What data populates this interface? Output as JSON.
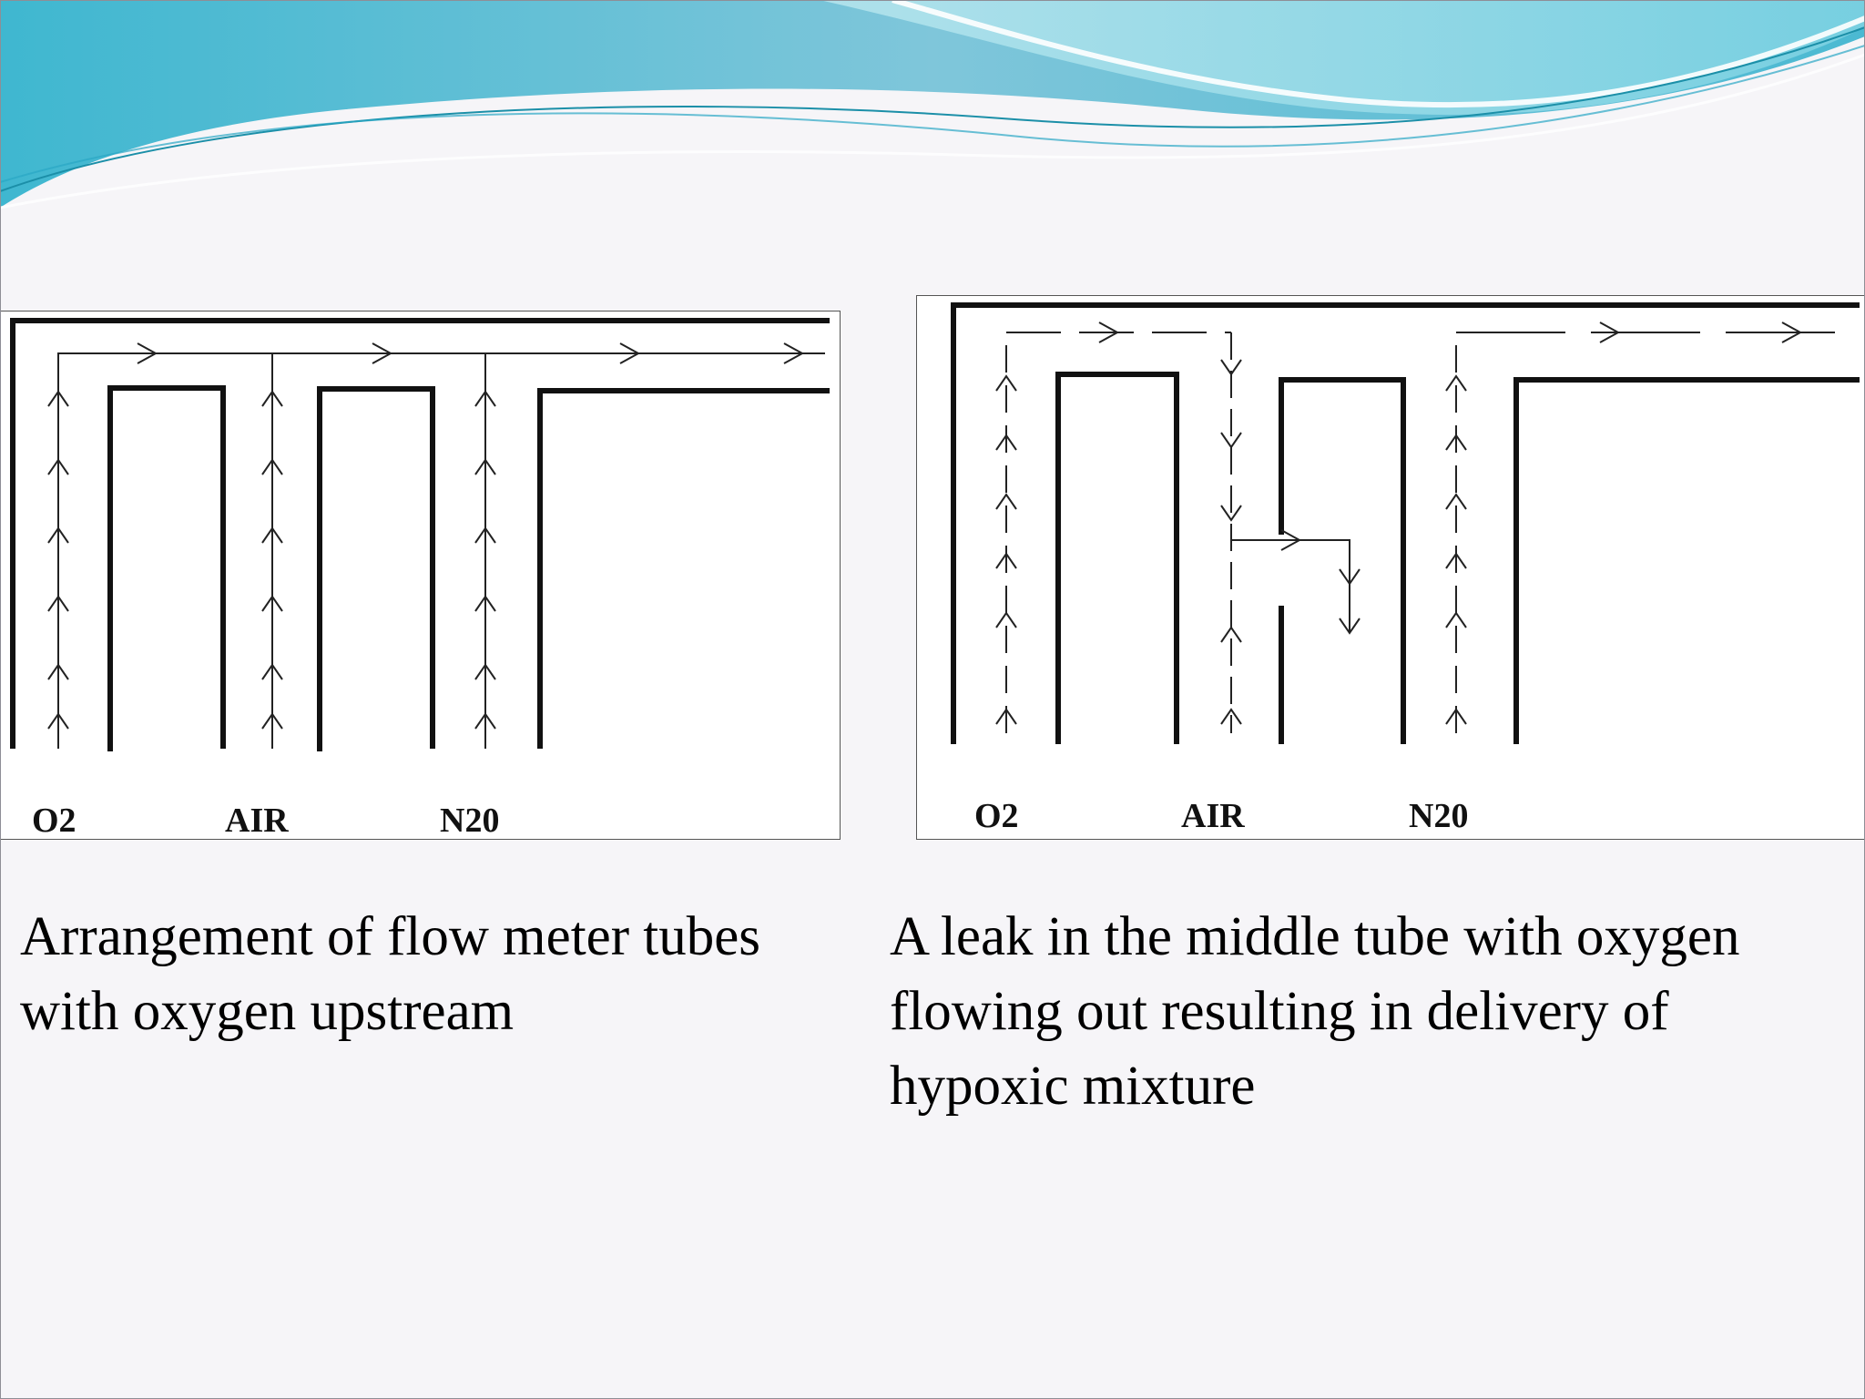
{
  "slide": {
    "theme_colors": {
      "wave_dark": "#2aa7c4",
      "wave_light": "#9fdde8",
      "panel_border": "#555555",
      "line": "#111111"
    },
    "left_panel": {
      "labels": {
        "o2": "O2",
        "air": "AIR",
        "n2o": "N20"
      },
      "caption": "Arrangement of flow meter tubes with oxygen upstream"
    },
    "right_panel": {
      "labels": {
        "o2": "O2",
        "air": "AIR",
        "n2o": "N20"
      },
      "caption": "A leak in the middle tube with oxygen flowing out resulting in delivery of hypoxic mixture"
    }
  }
}
